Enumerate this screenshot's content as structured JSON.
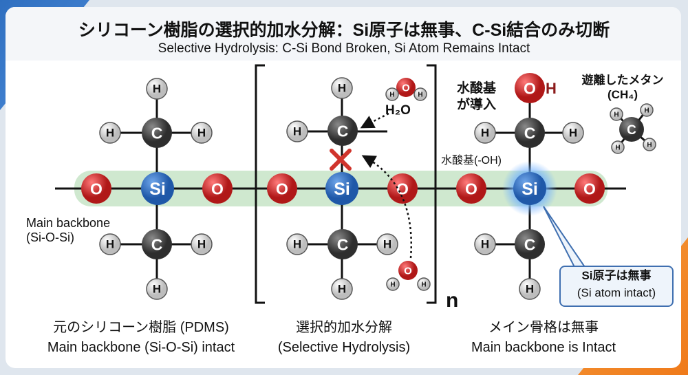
{
  "title": "シリコーン樹脂の選択的加水分解：Si原子は無事、C-Si結合のみ切断",
  "subtitle": "Selective Hydrolysis: C-Si Bond Broken, Si Atom Remains Intact",
  "atoms": {
    "H": "H",
    "C": "C",
    "O": "O",
    "Si": "Si"
  },
  "labels": {
    "main_backbone": "Main backbone",
    "main_backbone_formula": "(Si-O-Si)",
    "water": "H₂O",
    "hydroxyl_introduced_1": "水酸基",
    "hydroxyl_introduced_2": "が導入",
    "hydroxyl_group": "水酸基(-OH)",
    "released_methane": "遊離したメタン",
    "methane_formula": "(CH₄)",
    "repeat_n": "n",
    "si_intact_ja": "Si原子は無事",
    "si_intact_en": "(Si atom intact)"
  },
  "captions": [
    {
      "ja": "元のシリコーン樹脂 (PDMS)",
      "en": "Main backbone (Si-O-Si) intact"
    },
    {
      "ja": "選択的加水分解",
      "en": "(Selective Hydrolysis)"
    },
    {
      "ja": "メイン骨格は無事",
      "en": "Main backbone is Intact"
    }
  ],
  "colors": {
    "oxygen": "#d42a2a",
    "silicon": "#2e6fc0",
    "carbon": "#4a4a4a",
    "hydrogen": "#f2f2f2",
    "backbone_band": "#cfe8cf",
    "cleave_x": "#d0342c"
  }
}
